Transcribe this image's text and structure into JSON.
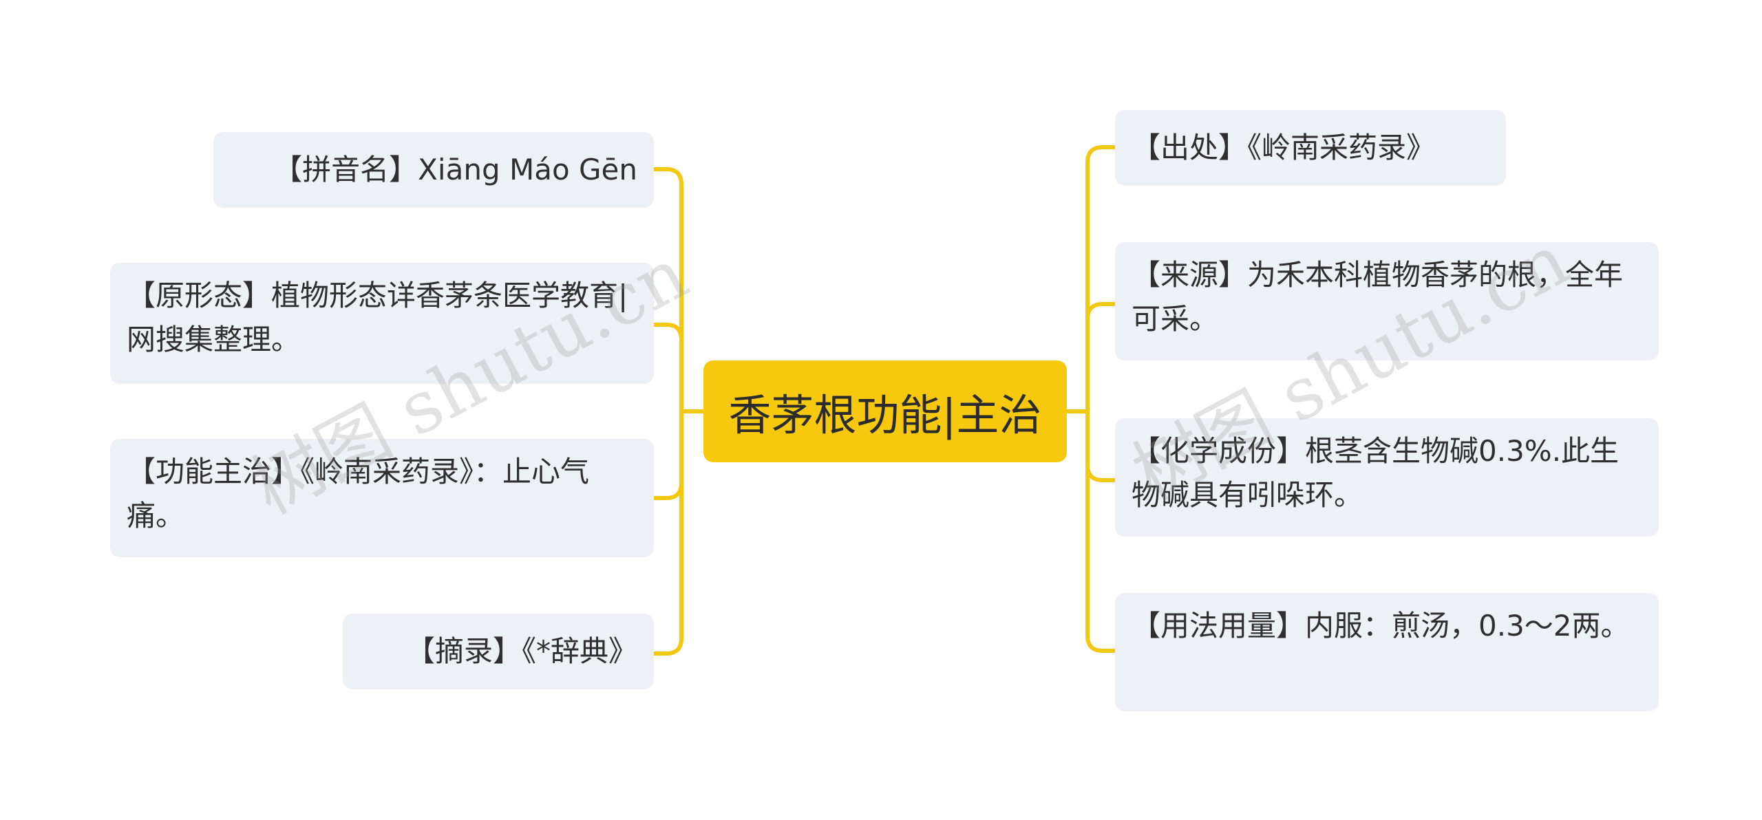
{
  "central_topic": "香茅根功能|主治",
  "left_branches": [
    {
      "text": "【拼音名】Xiāng Máo Gēn"
    },
    {
      "text": "【原形态】植物形态详香茅条医学教育|网搜集整理。"
    },
    {
      "text": "【功能主治】《岭南采药录》：止心气痛。"
    },
    {
      "text": "【摘录】《*辞典》"
    }
  ],
  "right_branches": [
    {
      "text": "【出处】《岭南采药录》"
    },
    {
      "text": "【来源】为禾本科植物香茅的根，全年可采。"
    },
    {
      "text": "【化学成份】根茎含生物碱0.3%.此生物碱具有吲哚环。"
    },
    {
      "text": "【用法用量】内服：煎汤，0.3～2两。"
    }
  ],
  "watermarks": [
    "树图 shutu.cn",
    "树图 shutu.cn"
  ],
  "colors": {
    "connector": "#f2c811",
    "central_fill": "#f6c90e",
    "node_fill": "#edf0f4",
    "text": "#2f2f2f"
  }
}
